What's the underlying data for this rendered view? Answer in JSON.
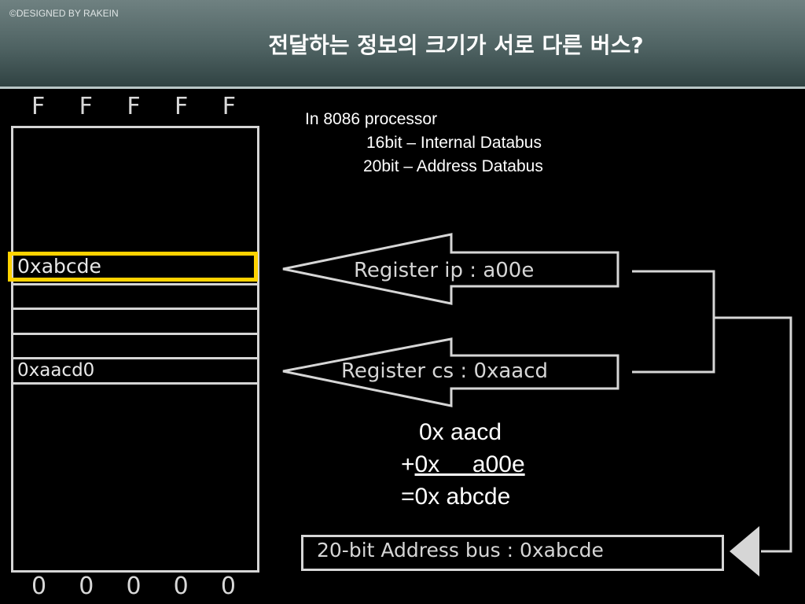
{
  "header": {
    "copyright": "©DESIGNED BY RAKEIN",
    "title": "전달하는 정보의 크기가 서로 다른 버스?"
  },
  "memory": {
    "top_letters": [
      "F",
      "F",
      "F",
      "F",
      "F"
    ],
    "bottom_letters": [
      "0",
      "0",
      "0",
      "0",
      "0"
    ],
    "cell_highlighted": "0xabcde",
    "cell_segment": "0xaacd0"
  },
  "info": {
    "line1": "In 8086 processor",
    "line2": "16bit – Internal Databus",
    "line3": "20bit – Address Databus"
  },
  "registers": {
    "ip_label": "Register ip :   a00e",
    "cs_label": "Register cs : 0xaacd"
  },
  "calc": {
    "line1": "0x  aacd",
    "line2_prefix": "+",
    "line2_value": "0x     a00e",
    "line3": "=0x abcde"
  },
  "address_bus": {
    "label": "20-bit Address bus : 0xabcde"
  },
  "colors": {
    "highlight": "#ffd200",
    "outline": "#d6d6d6",
    "header": "#4e6262"
  }
}
